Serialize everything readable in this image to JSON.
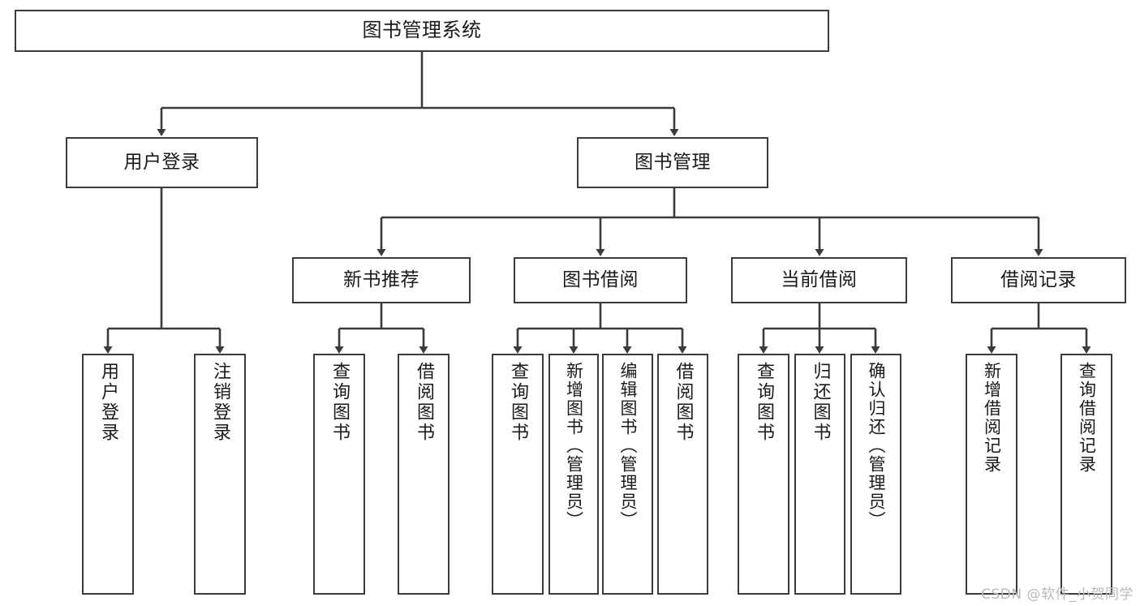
{
  "diagram": {
    "title": "图书管理系统",
    "watermark": "CSDN @软件_小贺同学",
    "line_color": "#3b3b3b",
    "text_color": "#1a1a1a",
    "background": "#ffffff",
    "levels": {
      "root": {
        "label": "图书管理系统"
      },
      "level2": [
        {
          "label": "用户登录"
        },
        {
          "label": "图书管理"
        }
      ],
      "level3": [
        {
          "label": "新书推荐"
        },
        {
          "label": "图书借阅"
        },
        {
          "label": "当前借阅"
        },
        {
          "label": "借阅记录"
        }
      ],
      "leaves": {
        "user_login": [
          {
            "label": "用户登录"
          },
          {
            "label": "注销登录"
          }
        ],
        "new_book_recommend": [
          {
            "label": "查询图书"
          },
          {
            "label": "借阅图书"
          }
        ],
        "book_borrow": [
          {
            "label": "查询图书"
          },
          {
            "label": "新增图书（管理员）"
          },
          {
            "label": "编辑图书（管理员）"
          },
          {
            "label": "借阅图书"
          }
        ],
        "current_borrow": [
          {
            "label": "查询图书"
          },
          {
            "label": "归还图书"
          },
          {
            "label": "确认归还（管理员）"
          }
        ],
        "borrow_record": [
          {
            "label": "新增借阅记录"
          },
          {
            "label": "查询借阅记录"
          }
        ]
      }
    }
  }
}
